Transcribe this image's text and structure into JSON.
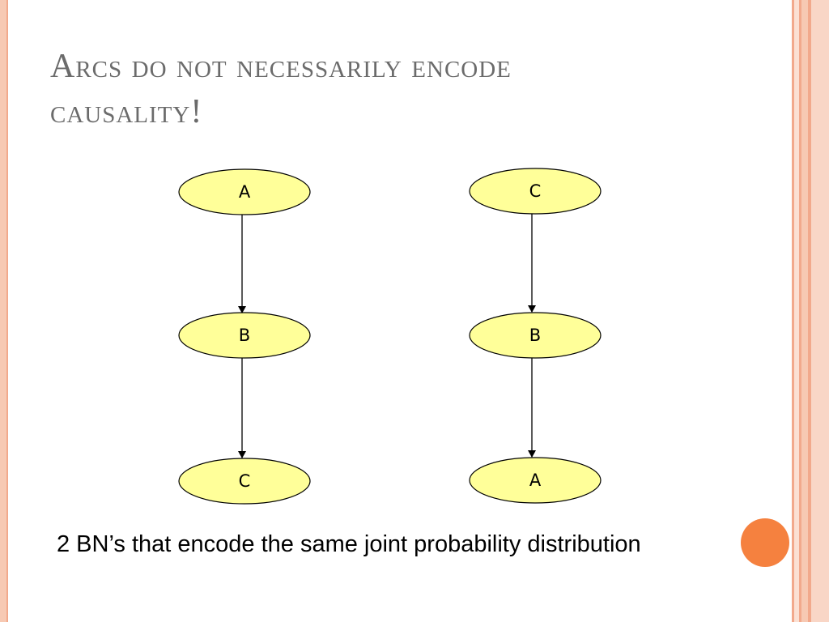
{
  "slide": {
    "title_line1": "Arcs do not necessarily encode",
    "title_line2": "causality!",
    "caption": "2 BN’s that encode the same joint probability distribution"
  },
  "colors": {
    "node_fill": "#ffff99",
    "node_stroke": "#000000",
    "frame": "#f7c9b3",
    "accent": "#f5813f",
    "title": "#6b6b6b"
  },
  "networks": [
    {
      "nodes": [
        {
          "id": "left-a",
          "label": "A"
        },
        {
          "id": "left-b",
          "label": "B"
        },
        {
          "id": "left-c",
          "label": "C"
        }
      ]
    },
    {
      "nodes": [
        {
          "id": "right-c",
          "label": "C"
        },
        {
          "id": "right-b",
          "label": "B"
        },
        {
          "id": "right-a",
          "label": "A"
        }
      ]
    }
  ]
}
